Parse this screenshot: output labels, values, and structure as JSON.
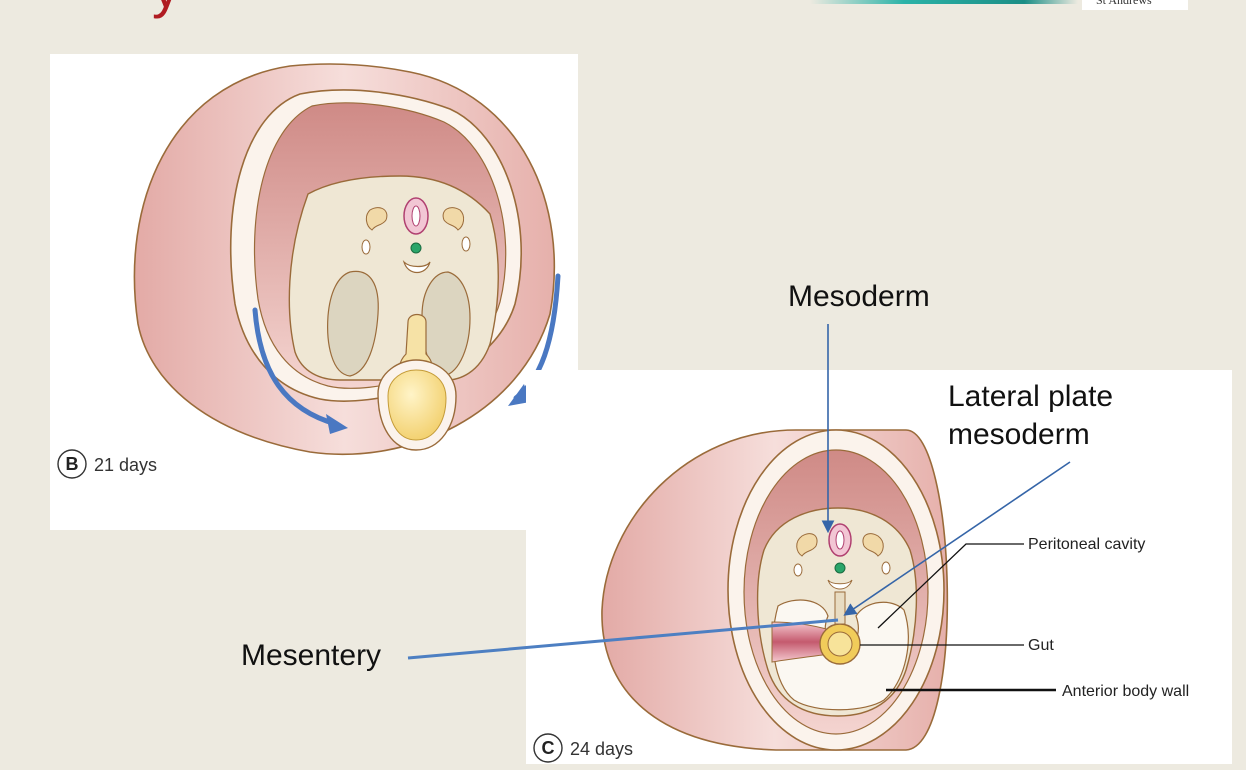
{
  "slide": {
    "title_fragment": "y",
    "logo_text": "St Andrews"
  },
  "panel_b": {
    "letter": "B",
    "age": "21 days"
  },
  "panel_c": {
    "letter": "C",
    "age": "24 days",
    "labels": {
      "peritoneal_cavity": "Peritoneal cavity",
      "gut": "Gut",
      "anterior_body_wall": "Anterior body wall"
    }
  },
  "annotations": {
    "mesoderm": "Mesoderm",
    "lateral_plate_line1": "Lateral plate",
    "lateral_plate_line2": "mesoderm",
    "mesentery": "Mesentery"
  },
  "colors": {
    "arrow_blue": "#4a78c2",
    "pointer_blue": "#3565a8",
    "title_red": "#b01c22"
  }
}
